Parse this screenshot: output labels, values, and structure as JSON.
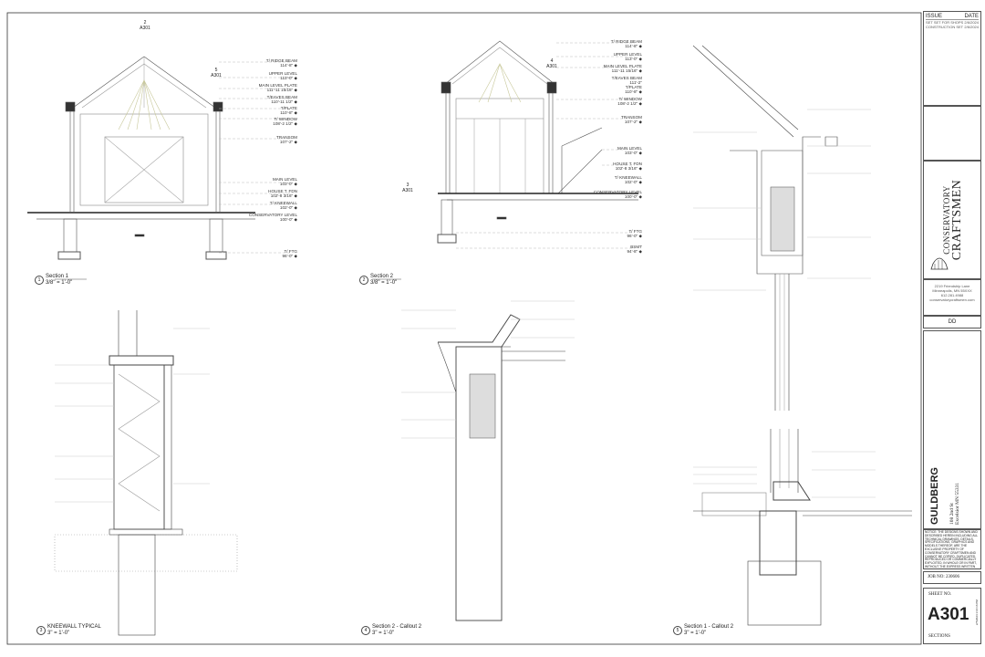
{
  "views": [
    {
      "number": "1",
      "title": "Section 1",
      "scale": "3/8\" = 1'-0\""
    },
    {
      "number": "2",
      "title": "Section 2",
      "scale": "3/8\" = 1'-0\""
    },
    {
      "number": "3",
      "title": "KNEEWALL TYPICAL",
      "scale": "3\" = 1'-0\""
    },
    {
      "number": "4",
      "title": "Section 2 - Callout 2",
      "scale": "3\" = 1'-0\""
    },
    {
      "number": "5",
      "title": "Section 1 - Callout 2",
      "scale": "3\" = 1'-0\""
    }
  ],
  "section1_levels": [
    "T/ RIDGE BEAM\n114'-8\"",
    "UPPER LEVEL\n113'-0\"",
    "MAIN LEVEL PLATE\n111'-11 15/16\"",
    "T/EAVES BEAM\n110'-11 1/2\"",
    "T/PLATE\n110'-8\"",
    "T/ WINDOW\n108'-2 1/2\"",
    "TRANSOM\n107'-2\"",
    "MAIN LEVEL\n103'-0\"",
    "HOUSE T. FDN\n102'-8 3/16\"",
    "T/ KNEEWALL\n102'-0\"",
    "CONSERVATORY LEVEL\n100'-0\"",
    "T/ FTG\n96'-0\""
  ],
  "section2_levels": [
    "T/ RIDGE BEAM\n114'-8\"",
    "UPPER LEVEL\n113'-0\"",
    "MAIN LEVEL PLATE\n111'-11 15/16\"",
    "T/EAVES BEAM\n111'-2\"\nT/PLATE\n110'-8\"",
    "T/ WINDOW\n108'-2 1/2\"",
    "TRANSOM\n107'-2\"",
    "MAIN LEVEL\n103'-0\"",
    "HOUSE T. FDN\n102'-8 3/16\"",
    "T/ KNEEWALL\n102'-0\"",
    "CONSERVATORY LEVEL\n100'-0\"",
    "T/ FTG\n96'-0\"",
    "BSMT\n94'-8\""
  ],
  "section_markers": [
    {
      "num": "2",
      "sheet": "A301"
    },
    {
      "num": "5",
      "sheet": "A301"
    },
    {
      "num": "4",
      "sheet": "A301"
    },
    {
      "num": "3",
      "sheet": "A301"
    }
  ],
  "title_block": {
    "issue_header": "ISSUE",
    "date_header": "DATE",
    "issues": [
      {
        "issue": "SET SET FOR SHOPS",
        "date": "2/6/2024"
      },
      {
        "issue": "CONSTRUCTION SET",
        "date": "2/6/2024"
      }
    ],
    "company_logo": "CONSERVATORY CRAFTSMEN",
    "address_line1": "2219 Friendship Lane",
    "address_line2": "Minneapolis, MN 55XXX",
    "phone": "612.281.4988",
    "website": "conservatorycraftsmen.com",
    "drawn_by": "DD",
    "project_name": "GULDBERG",
    "project_address_line1": "108 2nd St",
    "project_address_line2": "Excelsior MN 55331",
    "notice": "NOTICE: THE DESIGNS SHOWN AND DESCRIBED HEREIN INCLUDING ALL TECHNICAL DRAWINGS, DETAILS, SPECIFICATIONS, GRAPHICS AND MODELS THEREOF, ARE THE EXCLUSIVE PROPERTY OF CONSERVATORY CRAFTSMEN AND CANNOT BE COPIED, DUPLICATED, REPRODUCED OR COMMERCIALLY EXPLOITED, IN WHOLE OR IN PART, WITHOUT THE EXPRESS WRITTEN PERMISSION OF CONSERVATORY CRAFTSMEN.",
    "job_no_label": "JOB NO:",
    "job_no": "230606",
    "sheet_no_label": "SHEET NO.",
    "sheet_no": "A301",
    "sheet_title": "SECTIONS",
    "print_date": "2/7/2024 1:16:16 PM"
  }
}
